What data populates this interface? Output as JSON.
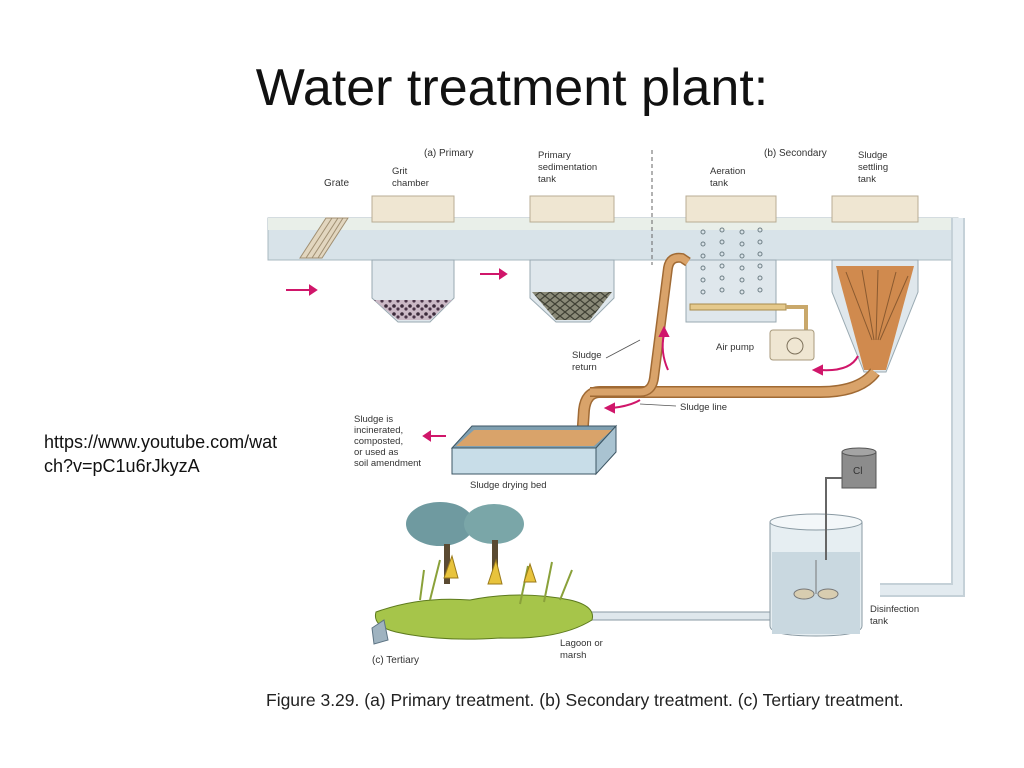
{
  "title": "Water treatment plant:",
  "link": "https://www.youtube.com/watch?v=pC1u6rJkyzA",
  "caption": "Figure 3.29.  (a) Primary treatment. (b) Secondary treatment. (c) Tertiary treatment.",
  "diagram": {
    "section_primary": "(a) Primary",
    "section_secondary": "(b) Secondary",
    "section_tertiary": "(c) Tertiary",
    "grate": "Grate",
    "grit_chamber": [
      "Grit",
      "chamber"
    ],
    "primary_tank": [
      "Primary",
      "sedimentation",
      "tank"
    ],
    "aeration_tank": [
      "Aeration",
      "tank"
    ],
    "settling_tank": [
      "Sludge",
      "settling",
      "tank"
    ],
    "air_pump": "Air pump",
    "sludge_return": [
      "Sludge",
      "return"
    ],
    "sludge_line": "Sludge line",
    "sludge_fate": [
      "Sludge is",
      "incinerated,",
      "composted,",
      "or used as",
      "soil amendment"
    ],
    "drying_bed": "Sludge drying bed",
    "chlorine": "Cl",
    "disinfection_tank": [
      "Disinfection",
      "tank"
    ],
    "lagoon": [
      "Lagoon or",
      "marsh"
    ]
  },
  "colors": {
    "water": "#cfdce3",
    "tank_top": "#efe6d2",
    "sludge": "#d9a36a",
    "arrow": "#d0166a",
    "pipe": "#dbe4ea"
  }
}
